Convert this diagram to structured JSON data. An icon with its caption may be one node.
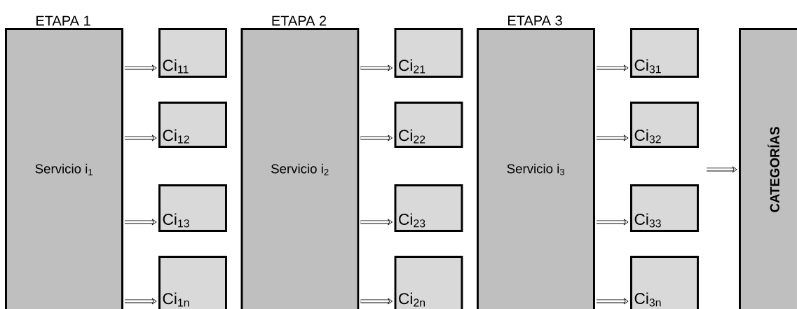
{
  "diagram": {
    "nodes": [
      {
        "text": [
          "ETAPA 1",
          "Servicio i$_{1}$"
        ]
      },
      {
        "text": [
          "Ci$_{11}$"
        ]
      },
      {
        "text": [
          "Ci$_{12}$"
        ]
      },
      {
        "text": [
          "Ci$_{13}$"
        ]
      },
      {
        "text": [
          "Ci$_{1n}$"
        ]
      },
      {
        "text": [
          "ETAPA 2",
          "Servicio i$_{2}$"
        ]
      },
      {
        "text": [
          "Ci$_{21}$"
        ]
      },
      {
        "text": [
          "Ci$_{22}$"
        ]
      },
      {
        "text": [
          "Ci$_{23}$"
        ]
      },
      {
        "text": [
          "Ci$_{2n}$"
        ]
      },
      {
        "text": [
          "ETAPA 3",
          "Servicio i$_{3}$"
        ]
      },
      {
        "text": [
          "Ci$_{31}$"
        ]
      },
      {
        "text": [
          "Ci$_{32}$"
        ]
      },
      {
        "text": [
          "Ci$_{33}$"
        ]
      },
      {
        "text": [
          "Ci$_{3n}$"
        ]
      },
      {
        "text": [
          "CATEGORÍAS"
        ]
      }
    ],
    "edges": [
      {
        "from": 0,
        "to": 1,
        "arrow": "to"
      },
      {
        "from": 0,
        "to": 2,
        "arrow": "to"
      },
      {
        "from": 0,
        "to": 3,
        "arrow": "to"
      },
      {
        "from": 0,
        "to": 4,
        "arrow": "to"
      },
      {
        "from": 5,
        "to": 6,
        "arrow": "to"
      },
      {
        "from": 5,
        "to": 7,
        "arrow": "to"
      },
      {
        "from": 5,
        "to": 8,
        "arrow": "to"
      },
      {
        "from": 5,
        "to": 9,
        "arrow": "to"
      },
      {
        "from": 10,
        "to": 11,
        "arrow": "to"
      },
      {
        "from": 10,
        "to": 12,
        "arrow": "to"
      },
      {
        "from": 10,
        "to": 13,
        "arrow": "to"
      },
      {
        "from": 10,
        "to": 14,
        "arrow": "to"
      },
      {
        "from": null,
        "to": 15,
        "arrow": "to"
      }
    ]
  }
}
